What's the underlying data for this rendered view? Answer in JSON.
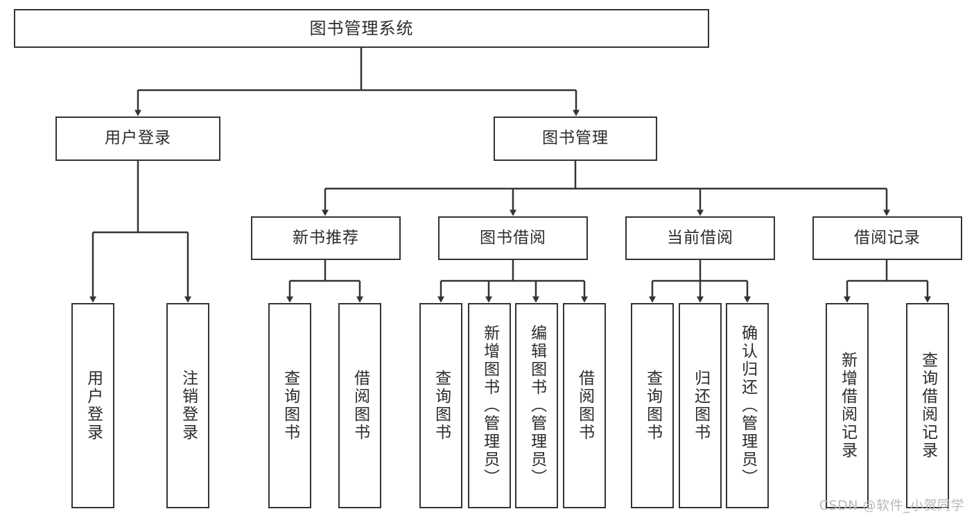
{
  "diagram": {
    "title": "图书管理系统",
    "type": "tree-hierarchy",
    "orientation": "top-down",
    "colors": {
      "background": "#ffffff",
      "node_border": "#333333",
      "node_fill": "#ffffff",
      "text": "#2b2b2b",
      "connector": "#333333",
      "watermark": "#b8b8b8"
    },
    "nodes": {
      "root": {
        "label": "图书管理系统",
        "level": 1
      },
      "level2": [
        {
          "id": "user-login",
          "label": "用户登录"
        },
        {
          "id": "book-manage",
          "label": "图书管理"
        }
      ],
      "level3": [
        {
          "id": "new-book-recommend",
          "label": "新书推荐",
          "parent": "book-manage"
        },
        {
          "id": "book-borrow",
          "label": "图书借阅",
          "parent": "book-manage"
        },
        {
          "id": "current-borrow",
          "label": "当前借阅",
          "parent": "book-manage"
        },
        {
          "id": "borrow-record",
          "label": "借阅记录",
          "parent": "book-manage"
        }
      ],
      "leaves": [
        {
          "id": "leaf-user-login",
          "label": "用户登录",
          "parent": "user-login"
        },
        {
          "id": "leaf-logout-login",
          "label": "注销登录",
          "parent": "user-login"
        },
        {
          "id": "leaf-query-book-1",
          "label": "查询图书",
          "parent": "new-book-recommend"
        },
        {
          "id": "leaf-borrow-book-1",
          "label": "借阅图书",
          "parent": "new-book-recommend"
        },
        {
          "id": "leaf-query-book-2",
          "label": "查询图书",
          "parent": "book-borrow"
        },
        {
          "id": "leaf-add-book",
          "label": "新增图书（管理员）",
          "parent": "book-borrow"
        },
        {
          "id": "leaf-edit-book",
          "label": "编辑图书（管理员）",
          "parent": "book-borrow"
        },
        {
          "id": "leaf-borrow-book-2",
          "label": "借阅图书",
          "parent": "book-borrow"
        },
        {
          "id": "leaf-query-book-3",
          "label": "查询图书",
          "parent": "current-borrow"
        },
        {
          "id": "leaf-return-book",
          "label": "归还图书",
          "parent": "current-borrow"
        },
        {
          "id": "leaf-confirm-return",
          "label": "确认归还（管理员）",
          "parent": "current-borrow"
        },
        {
          "id": "leaf-add-record",
          "label": "新增借阅记录",
          "parent": "borrow-record"
        },
        {
          "id": "leaf-query-record",
          "label": "查询借阅记录",
          "parent": "borrow-record"
        }
      ]
    }
  },
  "watermark": {
    "text": "CSDN @软件_小贺同学"
  }
}
